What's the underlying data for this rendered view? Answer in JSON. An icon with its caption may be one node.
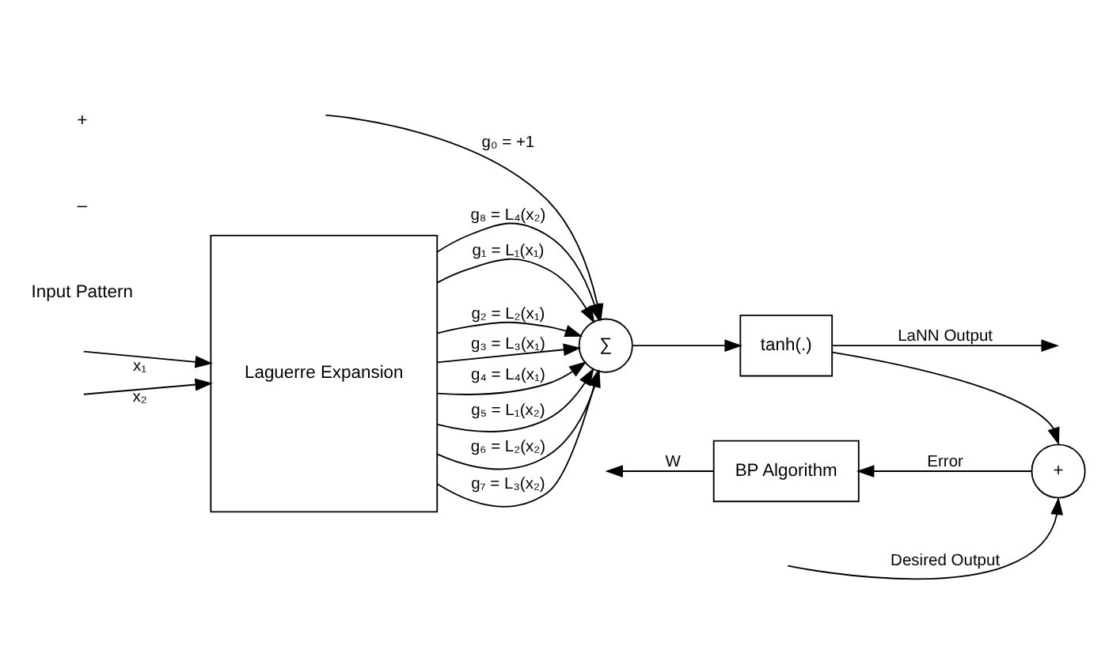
{
  "diagram": {
    "nodes": [
      {
        "text": [
          "Laguerre Expansion"
        ]
      },
      {
        "text": [
          "∑"
        ]
      },
      {
        "text": [
          "tanh(.)"
        ]
      },
      {
        "text": [
          "BP Algorithm"
        ]
      },
      {
        "text": [
          "+"
        ]
      }
    ],
    "edges": [
      {
        "from": null,
        "to": 0,
        "arrow": "to",
        "label": "x₁"
      },
      {
        "from": null,
        "to": 0,
        "arrow": "to",
        "label": "x₂"
      },
      {
        "from": null,
        "to": 1,
        "arrow": "to",
        "label": "g₀ = +1"
      },
      {
        "from": 0,
        "to": 1,
        "arrow": "to",
        "label": "g₁ = L₁(x₁)"
      },
      {
        "from": 0,
        "to": 1,
        "arrow": "to",
        "label": "g₂ = L₂(x₁)"
      },
      {
        "from": 0,
        "to": 1,
        "arrow": "to",
        "label": "g₃ = L₃(x₁)"
      },
      {
        "from": 0,
        "to": 1,
        "arrow": "to",
        "label": "g₄ = L₄(x₁)"
      },
      {
        "from": 0,
        "to": 1,
        "arrow": "to",
        "label": "g₅ = L₁(x₂)"
      },
      {
        "from": 0,
        "to": 1,
        "arrow": "to",
        "label": "g₆ = L₂(x₂)"
      },
      {
        "from": 0,
        "to": 1,
        "arrow": "to",
        "label": "g₇ = L₃(x₂)"
      },
      {
        "from": 0,
        "to": 1,
        "arrow": "to",
        "label": "g₈ = L₄(x₂)"
      },
      {
        "from": 1,
        "to": 2,
        "arrow": "to"
      },
      {
        "from": 2,
        "to": null,
        "arrow": "to",
        "label": "LaNN Output"
      },
      {
        "from": 2,
        "to": 4,
        "arrow": "to"
      },
      {
        "from": 4,
        "to": 3,
        "arrow": "to",
        "label": "Error"
      },
      {
        "from": null,
        "to": 4,
        "arrow": "to",
        "label": "Desired Output"
      },
      {
        "from": 3,
        "to": null,
        "arrow": "to",
        "label": "W"
      }
    ],
    "labels": [
      "Input Pattern",
      "–",
      "+"
    ]
  }
}
